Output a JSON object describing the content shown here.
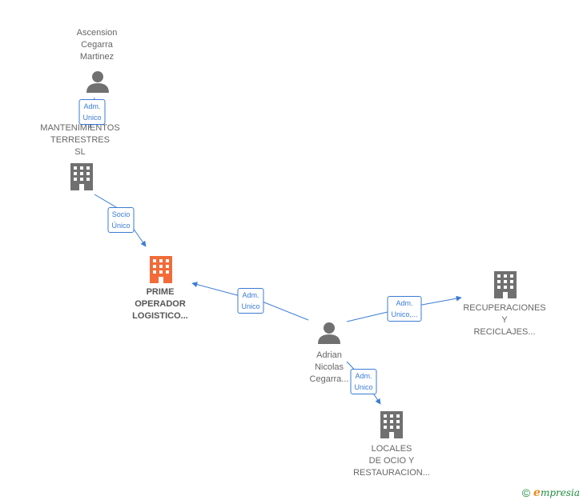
{
  "colors": {
    "edge": "#3a7bd5",
    "person_icon": "#707070",
    "company_icon": "#707070",
    "main_company_icon": "#f26b38",
    "footer_brand": "#1e8b3d",
    "footer_e": "#f08a1c"
  },
  "nodes": {
    "ascension": {
      "label": "Ascension\nCegarra\nMartinez",
      "icon": "person-icon"
    },
    "mantenimientos": {
      "label": "MANTENIMIENTOS\nTERRESTRES\nSL",
      "icon": "building-icon"
    },
    "prime": {
      "label": "PRIME\nOPERADOR\nLOGISTICO...",
      "icon": "building-icon"
    },
    "adrian": {
      "label": "Adrian\nNicolas\nCegarra...",
      "icon": "person-icon"
    },
    "recuperaciones": {
      "label": "RECUPERACIONES\nY\nRECICLAJES...",
      "icon": "building-icon"
    },
    "locales": {
      "label": "LOCALES\nDE OCIO Y\nRESTAURACION...",
      "icon": "building-icon"
    }
  },
  "edges": {
    "ascension_mantenimientos": "Adm.\nUnico",
    "mantenimientos_prime": "Socio\nÚnico",
    "adrian_prime": "Adm.\nUnico",
    "adrian_recuperaciones": "Adm.\nUnico,...",
    "adrian_locales": "Adm.\nUnico"
  },
  "footer": {
    "copyright": "©",
    "brand_first": "e",
    "brand_rest": "mpresia"
  }
}
